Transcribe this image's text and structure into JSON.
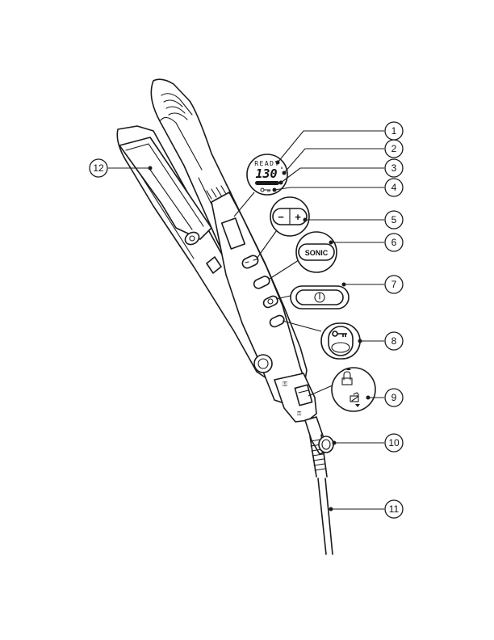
{
  "callouts": [
    {
      "id": "1",
      "label": "1"
    },
    {
      "id": "2",
      "label": "2"
    },
    {
      "id": "3",
      "label": "3"
    },
    {
      "id": "4",
      "label": "4"
    },
    {
      "id": "5",
      "label": "5"
    },
    {
      "id": "6",
      "label": "6"
    },
    {
      "id": "7",
      "label": "7"
    },
    {
      "id": "8",
      "label": "8"
    },
    {
      "id": "9",
      "label": "9"
    },
    {
      "id": "10",
      "label": "10"
    },
    {
      "id": "11",
      "label": "11"
    },
    {
      "id": "12",
      "label": "12"
    }
  ],
  "display": {
    "ready_text": "READY",
    "temperature": "130",
    "unit": "°"
  },
  "buttons": {
    "minus": "−",
    "plus": "+",
    "sonic": "SONIC"
  },
  "icons": {
    "power": "power-icon",
    "lock": "key-lock-icon",
    "lock_switch": "lock-switch-icon",
    "swivel_cord": "swivel-cord-icon"
  }
}
